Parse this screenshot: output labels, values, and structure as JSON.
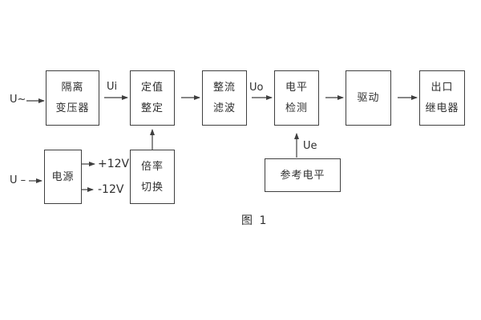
{
  "diagram": {
    "caption": "图 1",
    "blocks": [
      {
        "name": "isolation-transformer",
        "lines": [
          "隔离",
          "变压器"
        ]
      },
      {
        "name": "value-setting",
        "lines": [
          "定值",
          "整定"
        ]
      },
      {
        "name": "rectify-filter",
        "lines": [
          "整流",
          "滤波"
        ]
      },
      {
        "name": "level-detect",
        "lines": [
          "电平",
          "检测"
        ]
      },
      {
        "name": "drive",
        "lines": [
          "驱动"
        ]
      },
      {
        "name": "output-relay",
        "lines": [
          "出口",
          "继电器"
        ]
      },
      {
        "name": "power-supply",
        "lines": [
          "电源"
        ]
      },
      {
        "name": "ratio-switch",
        "lines": [
          "倍率",
          "切换"
        ]
      },
      {
        "name": "reference-level",
        "lines": [
          "参考电平"
        ]
      }
    ],
    "signals": {
      "ac_input": "U~",
      "ui": "Ui",
      "uo": "Uo",
      "ue": "Ue",
      "dc_input": "U –",
      "plus_12v": "+12V",
      "minus_12v": "-12V"
    },
    "connections": [
      {
        "from": "U~ input",
        "to": "isolation-transformer"
      },
      {
        "from": "isolation-transformer",
        "to": "value-setting",
        "label": "Ui"
      },
      {
        "from": "value-setting",
        "to": "rectify-filter"
      },
      {
        "from": "rectify-filter",
        "to": "level-detect",
        "label": "Uo"
      },
      {
        "from": "level-detect",
        "to": "drive"
      },
      {
        "from": "drive",
        "to": "output-relay"
      },
      {
        "from": "U– input",
        "to": "power-supply"
      },
      {
        "from": "power-supply",
        "to": "+12V rail"
      },
      {
        "from": "power-supply",
        "to": "-12V rail"
      },
      {
        "from": "ratio-switch",
        "to": "value-setting"
      },
      {
        "from": "reference-level",
        "to": "level-detect",
        "label": "Ue"
      }
    ],
    "colors": {
      "line": "#3f3f3f",
      "text": "#2f2f2f",
      "background": "#ffffff"
    }
  }
}
